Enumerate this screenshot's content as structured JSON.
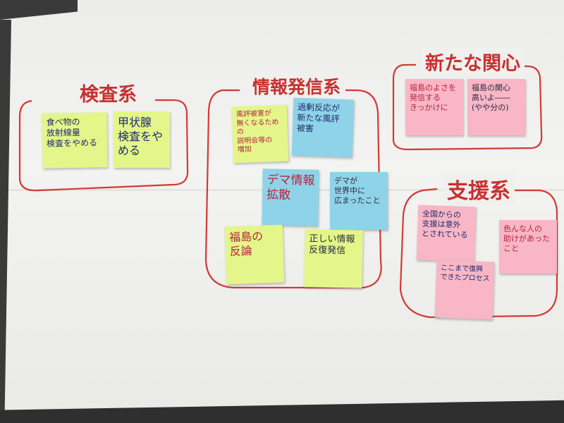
{
  "board": {
    "groups": [
      {
        "title": "検査系"
      },
      {
        "title": "情報発信系"
      },
      {
        "title": "新たな関心"
      },
      {
        "title": "支援系"
      }
    ],
    "notes": [
      {
        "text": "食べ物の\n放射線量\n検査をやめる",
        "color": "yellow"
      },
      {
        "text": "甲状腺\n検査をや\nめる",
        "color": "yellow"
      },
      {
        "text": "風評被害が\n無くなるための\n説明会等の\n増加",
        "color": "yellow"
      },
      {
        "text": "過剰反応が\n新たな風評\n被害",
        "color": "blue"
      },
      {
        "text": "デマ情報\n拡散",
        "color": "blue"
      },
      {
        "text": "デマが\n世界中に\n広まったこと",
        "color": "blue"
      },
      {
        "text": "福島の\n反論",
        "color": "yellow"
      },
      {
        "text": "正しい情報\n反復発信",
        "color": "yellow"
      },
      {
        "text": "福島のよさを\n発信する\nきっかけに",
        "color": "pink"
      },
      {
        "text": "福島の関心\n高いよ――\n(やや分の)",
        "color": "pink"
      },
      {
        "text": "全国からの\n支援は意外\nとされている",
        "color": "pink"
      },
      {
        "text": "色んな人の\n助けがあった\nこと",
        "color": "pink"
      },
      {
        "text": "ここまで復興\nできたプロセス",
        "color": "pink"
      }
    ]
  }
}
